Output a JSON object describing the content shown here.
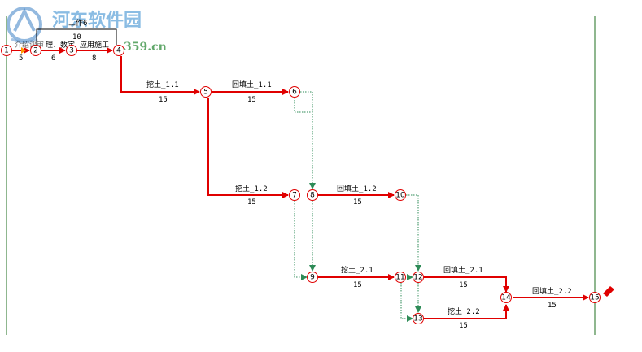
{
  "watermark": {
    "title": "河东软件园",
    "url": "359.cn",
    "colors": {
      "title": "#5aa0d8",
      "url": "#2e8b3a",
      "logo": "#3b7fc4"
    }
  },
  "colors": {
    "critical": "#e00000",
    "dummy": "#2e8b57",
    "node_border": "#e00000",
    "frame": "#1f6f1f",
    "label": "#000000"
  },
  "nodes": [
    {
      "id": "1",
      "label": "1"
    },
    {
      "id": "2",
      "label": "2"
    },
    {
      "id": "3",
      "label": "3"
    },
    {
      "id": "4",
      "label": "4"
    },
    {
      "id": "5",
      "label": "5"
    },
    {
      "id": "6",
      "label": "6"
    },
    {
      "id": "7",
      "label": "7"
    },
    {
      "id": "8",
      "label": "8"
    },
    {
      "id": "9",
      "label": "9"
    },
    {
      "id": "10",
      "label": "10"
    },
    {
      "id": "11",
      "label": "11"
    },
    {
      "id": "12",
      "label": "12"
    },
    {
      "id": "13",
      "label": "13"
    },
    {
      "id": "14",
      "label": "14"
    },
    {
      "id": "15",
      "label": "15"
    }
  ],
  "activities": [
    {
      "id": "a12",
      "name": "",
      "duration": "5"
    },
    {
      "id": "a23",
      "name": "",
      "duration": "6"
    },
    {
      "id": "a34",
      "name": "应用施工",
      "duration": "8"
    },
    {
      "id": "a6",
      "name": "工作6",
      "duration": "10"
    },
    {
      "id": "a45",
      "name": "挖土_1.1",
      "duration": "15"
    },
    {
      "id": "a56",
      "name": "回填土_1.1",
      "duration": "15"
    },
    {
      "id": "a78",
      "name": "挖土_1.2",
      "duration": "15"
    },
    {
      "id": "a810",
      "name": "回填土_1.2",
      "duration": "15"
    },
    {
      "id": "a911",
      "name": "挖土_2.1",
      "duration": "15"
    },
    {
      "id": "a1214",
      "name": "回填土_2.1",
      "duration": "15"
    },
    {
      "id": "a1314",
      "name": "挖土_2.2",
      "duration": "15"
    },
    {
      "id": "a1415",
      "name": "回填土_2.2",
      "duration": "15"
    }
  ],
  "top_labels": {
    "left_overlap": "介绍评审",
    "mid_overlap": "理、数定"
  }
}
